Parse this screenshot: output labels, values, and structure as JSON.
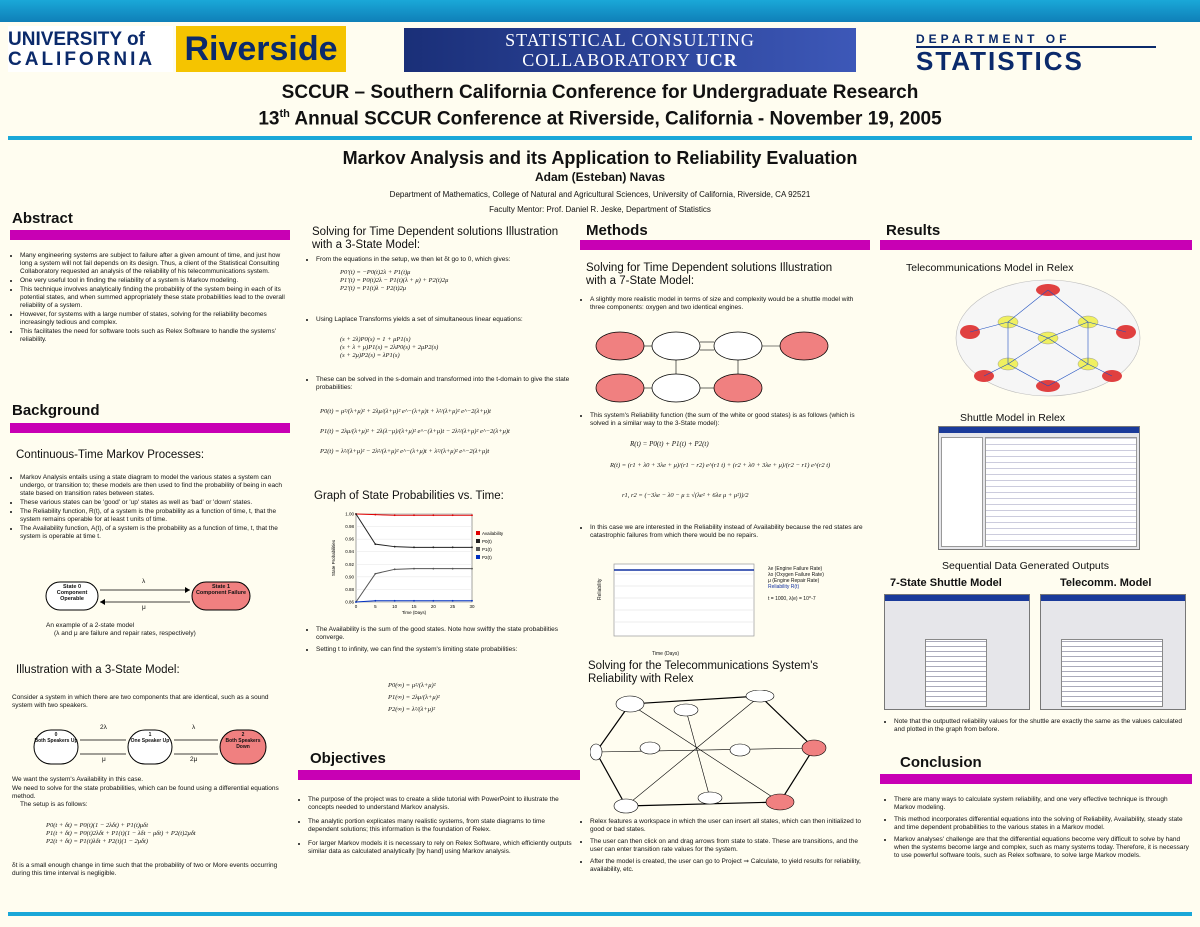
{
  "header": {
    "uc_line1": "UNIVERSITY of",
    "uc_line2": "CALIFORNIA",
    "riverside": "Riverside",
    "scc_line1": "STATISTICAL CONSULTING",
    "scc_line2": "COLLABORATORY",
    "scc_ucr": "UCR",
    "dept_line1": "DEPARTMENT OF",
    "dept_line2": "STATISTICS",
    "conf_line1": "SCCUR – Southern California Conference for Undergraduate Research",
    "conf_line2_pre": "13",
    "conf_line2_sup": "th",
    "conf_line2_post": " Annual SCCUR Conference at Riverside, California - November 19, 2005",
    "title": "Markov Analysis and its Application to Reliability Evaluation",
    "author": "Adam (Esteban) Navas",
    "affiliation": "Department of Mathematics, College of Natural and Agricultural Sciences, University of California, Riverside, CA 92521",
    "mentor": "Faculty Mentor: Prof. Daniel R. Jeske, Department of Statistics"
  },
  "abstract": {
    "heading": "Abstract",
    "bullets": [
      "Many engineering systems are subject to failure after a given amount of time, and just how long a system will not fail depends on its design. Thus, a client of the Statistical Consulting Collaboratory requested an analysis of the reliability of his telecommunications system.",
      "One very useful tool in finding the reliability of a system is Markov modeling.",
      "This technique involves analytically finding the probability of the system being in each of its potential states, and when summed appropriately these state probabilities lead to the overall reliability of a system.",
      "However, for systems with a large number of states, solving for the reliability becomes increasingly tedious and complex.",
      "This facilitates the need for software tools such as Relex Software to handle the systems' reliability."
    ]
  },
  "background": {
    "heading": "Background",
    "sub1": "Continuous-Time Markov Processes:",
    "bullets": [
      "Markov Analysis entails using a state diagram to model the various states a system can undergo, or transition to; these models are then used to find the probability of being in each state based on transition rates between states.",
      "These various states can be 'good' or 'up' states as well as 'bad' or 'down' states.",
      "The Reliability function, R(t), of a system is the probability as a function of time, t, that the system remains operable for at least t units of time.",
      "The Availability function, A(t), of a system is the probability as a function of time, t, that the system is operable at time t."
    ],
    "two_state": {
      "s0_title": "State 0",
      "s0_body": "Component Operable",
      "s1_title": "State 1",
      "s1_body": "Component Failure",
      "lambda": "λ",
      "mu": "μ"
    },
    "example_caption": "An example of a 2-state model",
    "example_note": "(λ and μ are failure and repair rates, respectively)",
    "sub2": "Illustration with a 3-State Model:",
    "consider": "Consider a system in which there are two components that are identical, such as a sound system with two speakers.",
    "three_state": {
      "s0_num": "0",
      "s0_body": "Both Speakers Up",
      "s1_num": "1",
      "s1_body": "One Speaker Up",
      "s2_num": "2",
      "s2_body": "Both Speakers Down",
      "l01": "2λ",
      "l12": "λ",
      "m10": "μ",
      "m21": "2μ"
    },
    "want": "We want the system's Availability in this case.",
    "need": "We need to solve for the state probabilities, which can be found using a differential equations method.",
    "setup": "The setup is as follows:",
    "eqs": [
      "P0(t + δt) = P0(t)(1 − 2λδt) + P1(t)μδt",
      "P1(t + δt) = P0(t)2λδt + P1(t)(1 − λδt − μδt) + P2(t)2μδt",
      "P2(t + δt) = P1(t)λδt + P2(t)(1 − 2μδt)"
    ],
    "delta_note": "δt is a small enough change in time such that the probability of two or More events occurring during this time interval is negligible."
  },
  "col2": {
    "h_solve": "Solving for Time Dependent solutions Illustration with a 3-State Model:",
    "b1": "From the equations in the setup, we then let δt go to 0, which gives:",
    "deriv": [
      "P0'(t) = −P0(t)2λ + P1(t)μ",
      "P1'(t) = P0(t)2λ − P1(t)(λ + μ) + P2(t)2μ",
      "P2'(t) = P1(t)λ − P2(t)2μ"
    ],
    "b2": "Using Laplace Transforms yields a set of simultaneous linear equations:",
    "laplace": [
      "(s + 2λ)P0(s) = 1 + μP1(s)",
      "(s + λ + μ)P1(s) = 2λP0(s) + 2μP2(s)",
      "(s + 2μ)P2(s) = λP1(s)"
    ],
    "b3": "These can be solved in the s-domain and transformed into the t-domain to give the state probabilities:",
    "solns": [
      "P0(t) = μ²/(λ+μ)² + 2λμ/(λ+μ)² e^−(λ+μ)t + λ²/(λ+μ)² e^−2(λ+μ)t",
      "P1(t) = 2λμ/(λ+μ)² + 2λ(λ−μ)/(λ+μ)² e^−(λ+μ)t − 2λ²/(λ+μ)² e^−2(λ+μ)t",
      "P2(t) = λ²/(λ+μ)² − 2λ²/(λ+μ)² e^−(λ+μ)t + λ²/(λ+μ)² e^−2(λ+μ)t"
    ],
    "h_graph": "Graph of State Probabilities vs. Time:",
    "b4": "The Availability is the sum of the good states. Note how swiftly the state probabilities converge.",
    "b5": "Setting t to infinity, we can find the system's limiting state probabilities:",
    "limits": [
      "P0(∞) = μ²/(λ+μ)²",
      "P1(∞) = 2λμ/(λ+μ)²",
      "P2(∞) = λ²/(λ+μ)²"
    ]
  },
  "chart_data": {
    "type": "line",
    "title": "",
    "xlabel": "Time (Days)",
    "ylabel": "State Probabilities",
    "x": [
      0,
      5,
      10,
      15,
      20,
      25,
      30
    ],
    "xlim": [
      0,
      30
    ],
    "ylim": [
      0.86,
      1.0
    ],
    "yticks": [
      "1.00",
      "0.98",
      "0.96",
      "0.94",
      "0.92",
      "0.90",
      "0.88",
      "0.86"
    ],
    "legend_position": "right",
    "series": [
      {
        "name": "Availability",
        "color": "#e00000",
        "values": [
          1.0,
          0.999,
          0.998,
          0.998,
          0.998,
          0.998,
          0.998
        ]
      },
      {
        "name": "P0(t)",
        "color": "#222222",
        "values": [
          1.0,
          0.952,
          0.948,
          0.947,
          0.947,
          0.947,
          0.947
        ]
      },
      {
        "name": "P1(t)",
        "color": "#555555",
        "values": [
          0.86,
          0.905,
          0.912,
          0.913,
          0.913,
          0.913,
          0.913
        ]
      },
      {
        "name": "P2(t)",
        "color": "#0030c0",
        "values": [
          0.86,
          0.862,
          0.862,
          0.862,
          0.862,
          0.862,
          0.862
        ]
      }
    ]
  },
  "objectives": {
    "heading": "Objectives",
    "bullets": [
      "The purpose of the project was to create a slide tutorial with PowerPoint to illustrate the concepts needed to understand Markov analysis.",
      "The analytic portion explicates many realistic systems, from state diagrams to time dependent solutions; this information is the foundation of Relex.",
      "For larger Markov models it is necessary to rely on Relex Software, which efficiently outputs similar data as calculated analytically [by hand] using Markov analysis."
    ]
  },
  "methods": {
    "heading": "Methods",
    "h_solve7": "Solving for Time Dependent solutions Illustration with a 7-State Model:",
    "b1": "A slightly more realistic model in terms of size and complexity would be a shuttle model with three components: oxygen and two identical engines.",
    "b2": "This system's Reliability function (the sum of the white or good states) is as follows (which is solved in a similar way to the 3-State model):",
    "rel_eq1": "R(t) = P0(t) + P1(t) + P2(t)",
    "rel_eq2": "R(t) = (r1 + λ0 + 3λe + μ)/(r1 − r2) e^(r1 t) + (r2 + λ0 + 3λe + μ)/(r2 − r1) e^(r2 t)",
    "rel_eq3": "r1, r2 = (−3λe − λ0 − μ ± √(λe² + 6λe μ + μ²))/2",
    "b3": "In this case we are interested in the Reliability instead of Availability because the red states are catastrophic failures from which there would be no repairs.",
    "rel_legend": [
      "λe (Engine Failure Rate)",
      "λo (Oxygen Failure Rate)",
      "μ (Engine Repair Rate)",
      "Reliability R(t)"
    ],
    "rel_xlabel": "Time (Days)",
    "rel_ylabel": "Reliability",
    "rel_note": "t = 1000, λ(e) = 10^-7",
    "h_relex": "Solving for the Telecommunications System's Reliability with Relex",
    "b4": "Relex features a workspace in which the user can insert all states, which can then initialized to good or bad states.",
    "b5": "The user can then click on and drag arrows from state to state. These are transitions, and the user can enter transition rate values for the system.",
    "b6": "After the model is created, the user can go to Project ⇒ Calculate, to yield results for reliability, availability, etc."
  },
  "results": {
    "heading": "Results",
    "h_tele": "Telecommunications Model in Relex",
    "h_shuttle": "Shuttle Model in Relex",
    "h_seq": "Sequential Data Generated Outputs",
    "h_7state": "7-State Shuttle Model",
    "h_telecomm": "Telecomm. Model",
    "note": "Note that the outputted reliability values for the shuttle are exactly the same as the values calculated and plotted in the graph from before."
  },
  "conclusion": {
    "heading": "Conclusion",
    "bullets": [
      "There are many ways to calculate system reliability, and one very effective technique is through Markov modeling.",
      "This method incorporates differential equations into the solving of Reliability, Availability, steady state and time dependent probabilities to the various states in a Markov model.",
      "Markov analyses' challenge are that the differential equations become very difficult to solve by hand when the systems become large and complex, such as many systems today. Therefore, it is necessary to use powerful software tools, such as Relex software, to solve large Markov models."
    ]
  },
  "colors": {
    "accent_bar": "#c800b4",
    "header_blue": "#1aa8d8",
    "red_state": "#f08080"
  }
}
